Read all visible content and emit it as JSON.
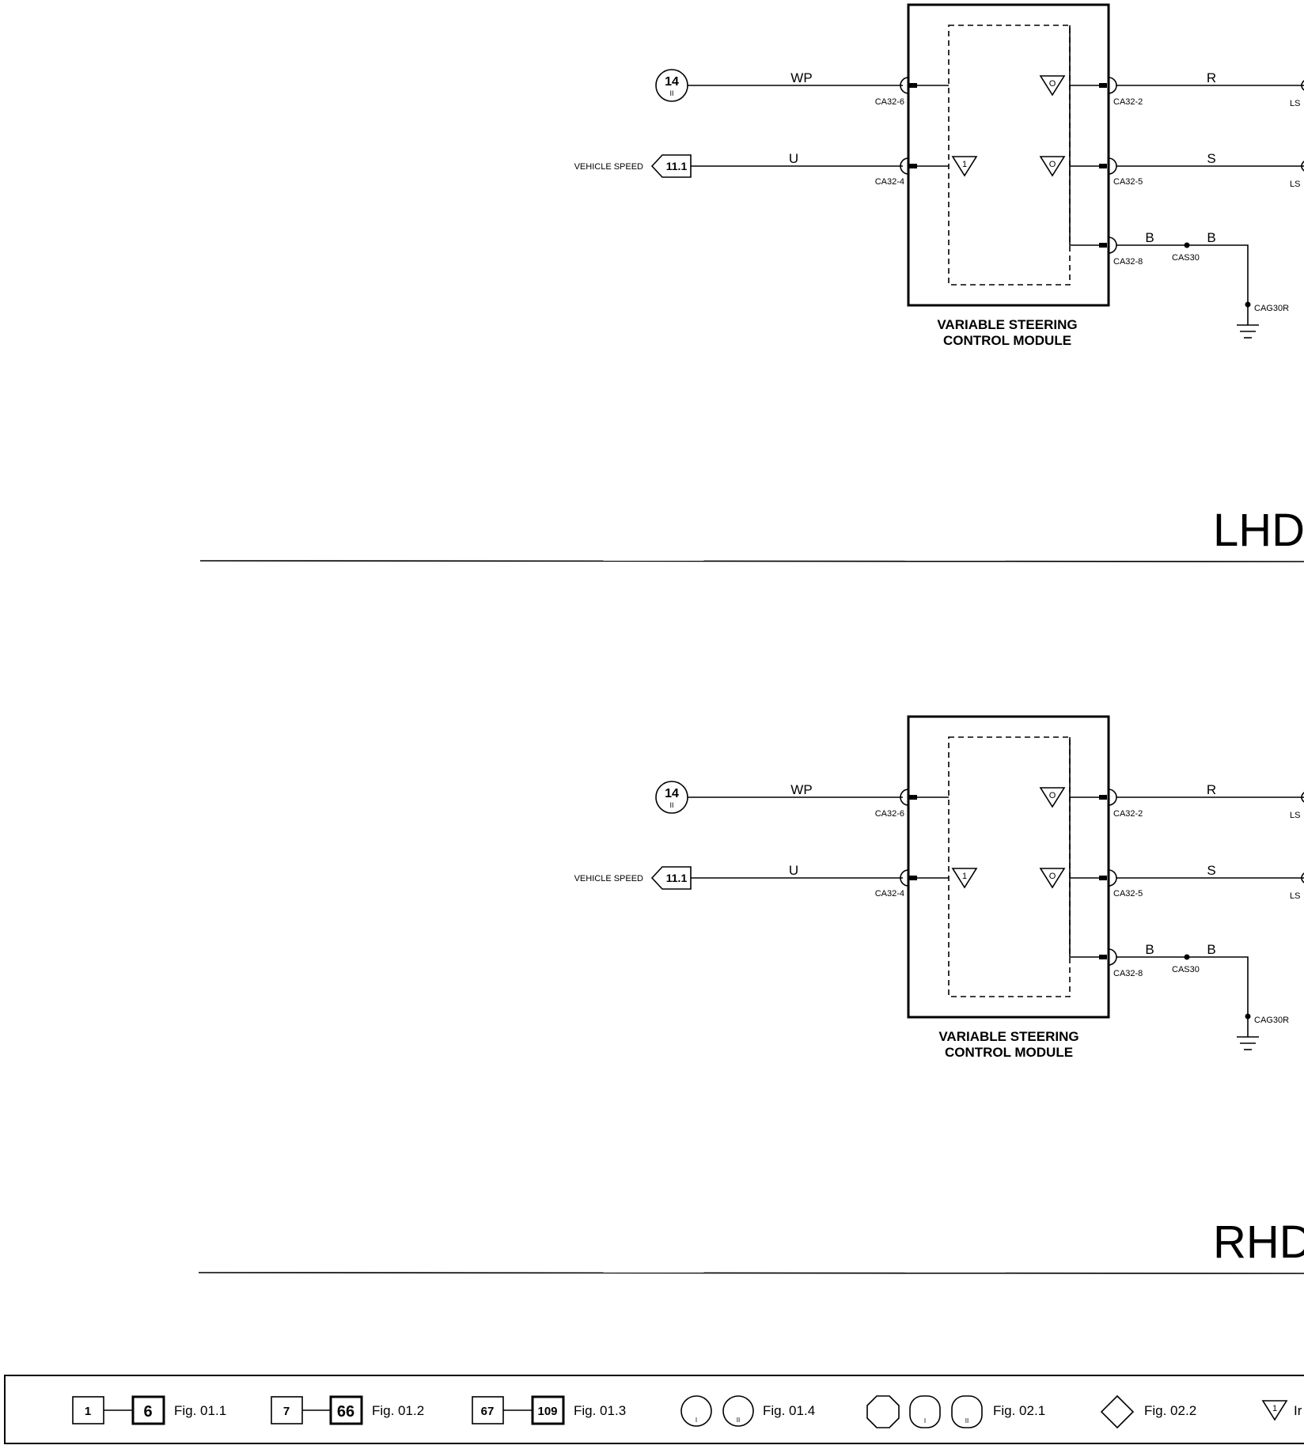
{
  "sections": [
    {
      "id": "lhd",
      "heading": "LHD",
      "module_label": [
        "VARIABLE STEERING",
        "CONTROL MODULE"
      ],
      "inputs": [
        {
          "ref_number": "14",
          "ref_sub": "II",
          "wire_color": "WP",
          "connector": "CA32-6"
        },
        {
          "signal_label": "VEHICLE SPEED",
          "ref_number": "11.1",
          "wire_color": "U",
          "connector": "CA32-4"
        }
      ],
      "outputs": [
        {
          "connector": "CA32-2",
          "wire_color": "R",
          "dest": "LS"
        },
        {
          "connector": "CA32-5",
          "wire_color": "S",
          "dest": "LS"
        },
        {
          "connector": "CA32-8",
          "wire_color_a": "B",
          "splice": "CAS30",
          "wire_color_b": "B",
          "ground": "CAG30R"
        }
      ],
      "symbol_text": {
        "internal": "1",
        "output": "O"
      }
    },
    {
      "id": "rhd",
      "heading": "RHD",
      "module_label": [
        "VARIABLE STEERING",
        "CONTROL MODULE"
      ],
      "inputs": [
        {
          "ref_number": "14",
          "ref_sub": "II",
          "wire_color": "WP",
          "connector": "CA32-6"
        },
        {
          "signal_label": "VEHICLE SPEED",
          "ref_number": "11.1",
          "wire_color": "U",
          "connector": "CA32-4"
        }
      ],
      "outputs": [
        {
          "connector": "CA32-2",
          "wire_color": "R",
          "dest": "LS"
        },
        {
          "connector": "CA32-5",
          "wire_color": "S",
          "dest": "LS"
        },
        {
          "connector": "CA32-8",
          "wire_color_a": "B",
          "splice": "CAS30",
          "wire_color_b": "B",
          "ground": "CAG30R"
        }
      ],
      "symbol_text": {
        "internal": "1",
        "output": "O"
      }
    }
  ],
  "legend": {
    "items": [
      {
        "from": "1",
        "to": "6",
        "label": "Fig. 01.1"
      },
      {
        "from": "7",
        "to": "66",
        "label": "Fig. 01.2"
      },
      {
        "from": "67",
        "to": "109",
        "label": "Fig. 01.3"
      },
      {
        "circles": [
          "I",
          "II"
        ],
        "label": "Fig. 01.4"
      },
      {
        "shapes": [
          "",
          "I",
          "II"
        ],
        "label": "Fig. 02.1"
      },
      {
        "diamond": true,
        "label": "Fig. 02.2"
      },
      {
        "triangle": "1",
        "label": "Ir"
      }
    ]
  }
}
